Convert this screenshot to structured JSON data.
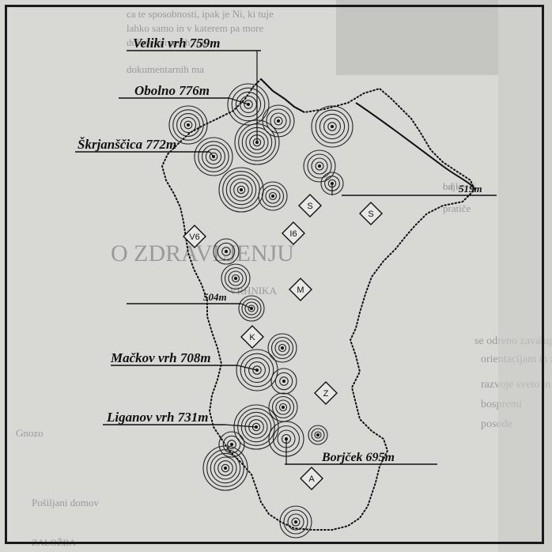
{
  "peaks": [
    {
      "label": "Veliki vrh 759m"
    },
    {
      "label": "Obolno 776m"
    },
    {
      "label": "Škrjanščica 772m"
    },
    {
      "label": "519m"
    },
    {
      "label": "504m"
    },
    {
      "label": "Mačkov vrh 708m"
    },
    {
      "label": "Liganov vrh 731m"
    },
    {
      "label": "Borjček 695m"
    }
  ],
  "zones": [
    "S",
    "S",
    "V6",
    "I6",
    "M",
    "K",
    "Z",
    "A"
  ],
  "background_text": [
    "ca te sposobnosti, ipak je Ni, ki tuje",
    "lahko samo in v katerem pa more",
    "določenih petih rok",
    "dokumentarnih ma",
    "od",
    "pratiče",
    "bajke, li",
    "O ZDRAVLJENJU",
    "VRHNIKA",
    "se odreno zavalupno po po",
    "orientacijam in znanemo",
    "razvoje sveto in",
    "bospremi",
    "posode",
    "Gnozo",
    "Pošiljani domov",
    "ZALOŽBA"
  ]
}
